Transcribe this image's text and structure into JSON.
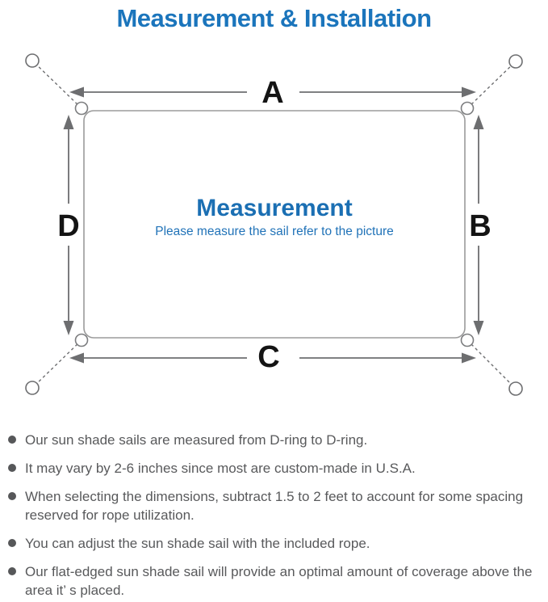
{
  "page": {
    "title": "Measurement & Installation"
  },
  "diagram": {
    "side_a": "A",
    "side_b": "B",
    "side_c": "C",
    "side_d": "D",
    "heading": "Measurement",
    "subheading": "Please measure the sail refer to the picture"
  },
  "notes": {
    "items": [
      "Our sun shade sails are measured from D-ring to D-ring.",
      "It may vary by 2-6 inches since most are custom-made in U.S.A.",
      "When selecting the dimensions, subtract 1.5 to 2 feet to account for some spacing reserved for rope utilization.",
      "You can adjust the sun shade sail with the included rope.",
      "Our flat-edged sun shade sail will provide an optimal amount of coverage above the area it’ s placed."
    ]
  },
  "colors": {
    "title_blue": "#1b75bc",
    "diagram_heading_blue": "#1b6fb3",
    "diagram_subheading_blue": "#2173b8",
    "outline_gray": "#9b9b9b",
    "arrow_gray": "#6d6e70",
    "note_text_gray": "#58595b"
  }
}
